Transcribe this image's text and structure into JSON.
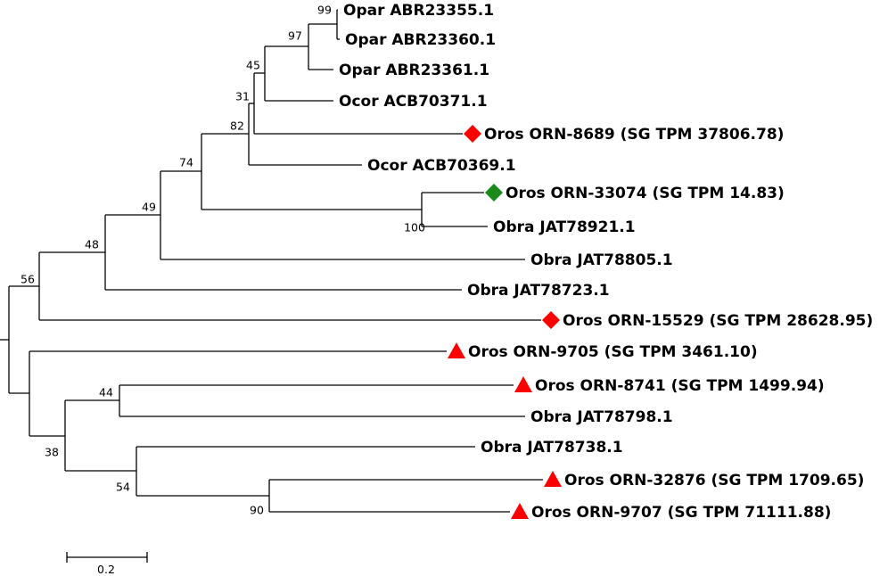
{
  "tree": {
    "leaves": [
      {
        "label": "Opar ABR23355.1",
        "marker": "none"
      },
      {
        "label": "Opar ABR23360.1",
        "marker": "none"
      },
      {
        "label": "Opar ABR23361.1",
        "marker": "none"
      },
      {
        "label": "Ocor ACB70371.1",
        "marker": "none"
      },
      {
        "label": "Oros ORN-8689 (SG TPM 37806.78)",
        "marker": "red-diamond"
      },
      {
        "label": "Ocor ACB70369.1",
        "marker": "none"
      },
      {
        "label": "Oros ORN-33074 (SG TPM 14.83)",
        "marker": "green-diamond"
      },
      {
        "label": "Obra JAT78921.1",
        "marker": "none"
      },
      {
        "label": "Obra JAT78805.1",
        "marker": "none"
      },
      {
        "label": "Obra JAT78723.1",
        "marker": "none"
      },
      {
        "label": "Oros ORN-15529 (SG TPM 28628.95)",
        "marker": "red-diamond"
      },
      {
        "label": "Oros ORN-9705 (SG TPM 3461.10)",
        "marker": "red-triangle"
      },
      {
        "label": "Oros ORN-8741 (SG TPM 1499.94)",
        "marker": "red-triangle"
      },
      {
        "label": "Obra JAT78798.1",
        "marker": "none"
      },
      {
        "label": "Obra JAT78738.1",
        "marker": "none"
      },
      {
        "label": "Oros ORN-32876 (SG TPM 1709.65)",
        "marker": "red-triangle"
      },
      {
        "label": "Oros ORN-9707 (SG TPM 71111.88)",
        "marker": "red-triangle"
      }
    ],
    "bootstrap_values": [
      "99",
      "97",
      "45",
      "31",
      "82",
      "74",
      "100",
      "49",
      "48",
      "56",
      "44",
      "38",
      "54",
      "90"
    ],
    "scale_bar_label": "0.2",
    "colors": {
      "red_marker": "#ff0000",
      "green_marker": "#1a8a1a",
      "branch": "#000000"
    }
  }
}
